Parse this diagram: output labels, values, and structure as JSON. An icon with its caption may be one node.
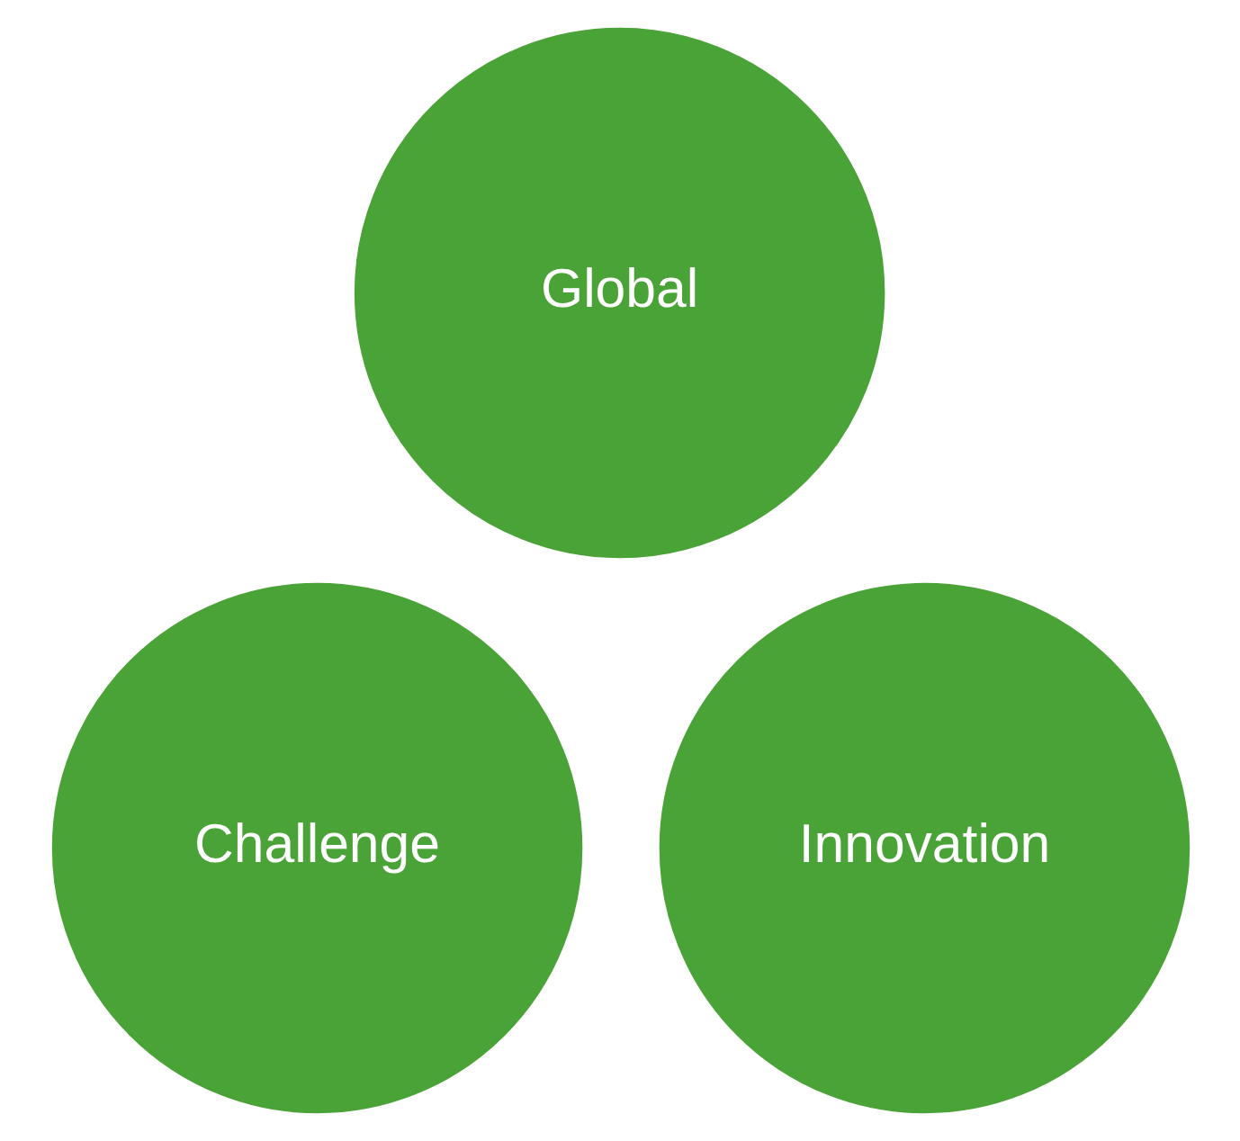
{
  "diagram": {
    "nodes": [
      {
        "text": [
          "Global"
        ]
      },
      {
        "text": [
          "Challenge"
        ]
      },
      {
        "text": [
          "Innovation"
        ]
      }
    ]
  }
}
